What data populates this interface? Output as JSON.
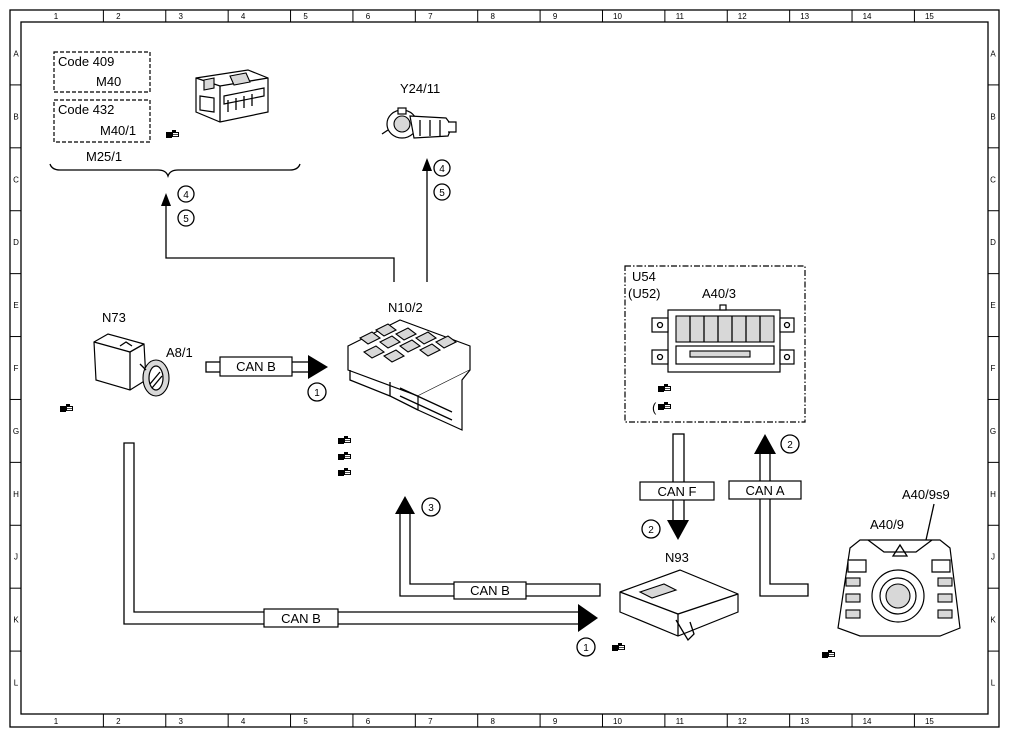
{
  "grid": {
    "columns": [
      "1",
      "2",
      "3",
      "4",
      "5",
      "6",
      "7",
      "8",
      "9",
      "10",
      "11",
      "12",
      "13",
      "14",
      "15"
    ],
    "rows": [
      "A",
      "B",
      "C",
      "D",
      "E",
      "F",
      "G",
      "H",
      "J",
      "K",
      "L"
    ]
  },
  "components": {
    "m25_1": "M25/1",
    "code409": "Code 409",
    "m40": "M40",
    "code432": "Code 432",
    "m40_1": "M40/1",
    "y24_11": "Y24/11",
    "n10_2": "N10/2",
    "n73": "N73",
    "a8_1": "A8/1",
    "u54": "U54",
    "u52": "(U52)",
    "a40_3": "A40/3",
    "n93": "N93",
    "a40_9": "A40/9",
    "a40_9s9": "A40/9s9"
  },
  "buses": {
    "can_b_1": "CAN B",
    "can_b_2": "CAN B",
    "can_b_3": "CAN B",
    "can_f": "CAN F",
    "can_a": "CAN A"
  },
  "markers": {
    "m1a": "1",
    "m1b": "1",
    "m2a": "2",
    "m2b": "2",
    "m3": "3",
    "m4a": "4",
    "m4b": "4",
    "m5a": "5",
    "m5b": "5"
  },
  "refs": {
    "ref_paren": "("
  }
}
